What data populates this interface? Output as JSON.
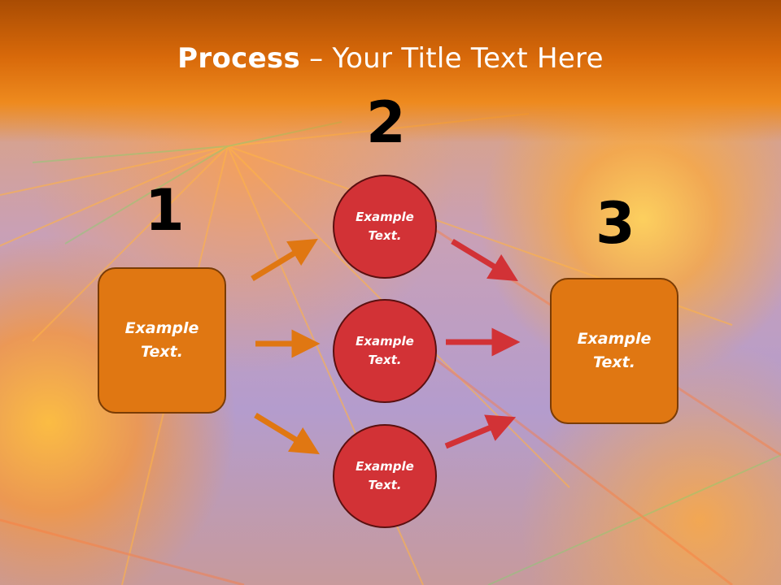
{
  "title": {
    "bold": "Process",
    "rest": " – Your Title Text Here"
  },
  "steps": {
    "one": "1",
    "two": "2",
    "three": "3"
  },
  "boxes": {
    "left": "Example Text.",
    "right": "Example Text."
  },
  "circles": {
    "top": "Example Text.",
    "middle": "Example Text.",
    "bottom": "Example Text."
  },
  "colors": {
    "box": "#e07712",
    "circle": "#d23236",
    "arrow_orange": "#e07712",
    "arrow_red": "#d23236",
    "title_bar": "#d8690a"
  }
}
